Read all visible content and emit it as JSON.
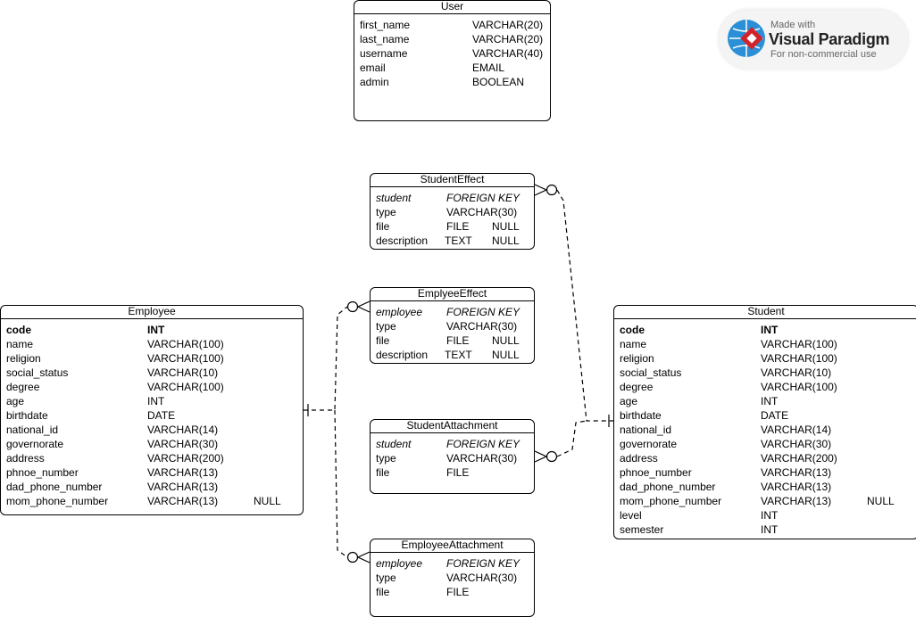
{
  "badge": {
    "line1": "Made with",
    "line2": "Visual Paradigm",
    "line3": "For non-commercial use"
  },
  "entities": {
    "user": {
      "title": "User",
      "rows": [
        {
          "name": "first_name",
          "type": "VARCHAR(20)",
          "extra": ""
        },
        {
          "name": "last_name",
          "type": "VARCHAR(20)",
          "extra": ""
        },
        {
          "name": "username",
          "type": "VARCHAR(40)",
          "extra": ""
        },
        {
          "name": "email",
          "type": "EMAIL",
          "extra": ""
        },
        {
          "name": "admin",
          "type": "BOOLEAN",
          "extra": ""
        }
      ]
    },
    "student_effect": {
      "title": "StudentEffect",
      "rows": [
        {
          "name": "student",
          "type": "FOREIGN KEY",
          "extra": ""
        },
        {
          "name": "type",
          "type": "VARCHAR(30)",
          "extra": ""
        },
        {
          "name": "file",
          "type": "FILE",
          "extra": "NULL"
        },
        {
          "name": "description",
          "type": "TEXT",
          "extra": "NULL"
        }
      ]
    },
    "employee_effect": {
      "title": "EmplyeeEffect",
      "rows": [
        {
          "name": "employee",
          "type": "FOREIGN KEY",
          "extra": ""
        },
        {
          "name": "type",
          "type": "VARCHAR(30)",
          "extra": ""
        },
        {
          "name": "file",
          "type": "FILE",
          "extra": "NULL"
        },
        {
          "name": "description",
          "type": "TEXT",
          "extra": "NULL"
        }
      ]
    },
    "student_attachment": {
      "title": "StudentAttachment",
      "rows": [
        {
          "name": "student",
          "type": "FOREIGN KEY",
          "extra": ""
        },
        {
          "name": "type",
          "type": "VARCHAR(30)",
          "extra": ""
        },
        {
          "name": "file",
          "type": "FILE",
          "extra": ""
        }
      ]
    },
    "employee_attachment": {
      "title": "EmployeeAttachment",
      "rows": [
        {
          "name": "employee",
          "type": "FOREIGN KEY",
          "extra": ""
        },
        {
          "name": "type",
          "type": "VARCHAR(30)",
          "extra": ""
        },
        {
          "name": "file",
          "type": "FILE",
          "extra": ""
        }
      ]
    },
    "employee": {
      "title": "Employee",
      "rows": [
        {
          "name": "code",
          "type": "INT",
          "extra": ""
        },
        {
          "name": "name",
          "type": "VARCHAR(100)",
          "extra": ""
        },
        {
          "name": "religion",
          "type": "VARCHAR(100)",
          "extra": ""
        },
        {
          "name": "social_status",
          "type": "VARCHAR(10)",
          "extra": ""
        },
        {
          "name": "degree",
          "type": "VARCHAR(100)",
          "extra": ""
        },
        {
          "name": "age",
          "type": "INT",
          "extra": ""
        },
        {
          "name": "birthdate",
          "type": "DATE",
          "extra": ""
        },
        {
          "name": "national_id",
          "type": "VARCHAR(14)",
          "extra": ""
        },
        {
          "name": "governorate",
          "type": "VARCHAR(30)",
          "extra": ""
        },
        {
          "name": "address",
          "type": "VARCHAR(200)",
          "extra": ""
        },
        {
          "name": "phnoe_number",
          "type": "VARCHAR(13)",
          "extra": ""
        },
        {
          "name": "dad_phone_number",
          "type": "VARCHAR(13)",
          "extra": ""
        },
        {
          "name": "mom_phone_number",
          "type": "VARCHAR(13)",
          "extra": "NULL"
        }
      ]
    },
    "student": {
      "title": "Student",
      "rows": [
        {
          "name": "code",
          "type": "INT",
          "extra": ""
        },
        {
          "name": "name",
          "type": "VARCHAR(100)",
          "extra": ""
        },
        {
          "name": "religion",
          "type": "VARCHAR(100)",
          "extra": ""
        },
        {
          "name": "social_status",
          "type": "VARCHAR(10)",
          "extra": ""
        },
        {
          "name": "degree",
          "type": "VARCHAR(100)",
          "extra": ""
        },
        {
          "name": "age",
          "type": "INT",
          "extra": ""
        },
        {
          "name": "birthdate",
          "type": "DATE",
          "extra": ""
        },
        {
          "name": "national_id",
          "type": "VARCHAR(14)",
          "extra": ""
        },
        {
          "name": "governorate",
          "type": "VARCHAR(30)",
          "extra": ""
        },
        {
          "name": "address",
          "type": "VARCHAR(200)",
          "extra": ""
        },
        {
          "name": "phnoe_number",
          "type": "VARCHAR(13)",
          "extra": ""
        },
        {
          "name": "dad_phone_number",
          "type": "VARCHAR(13)",
          "extra": ""
        },
        {
          "name": "mom_phone_number",
          "type": "VARCHAR(13)",
          "extra": "NULL"
        },
        {
          "name": "level",
          "type": "INT",
          "extra": ""
        },
        {
          "name": "semester",
          "type": "INT",
          "extra": ""
        }
      ]
    }
  }
}
